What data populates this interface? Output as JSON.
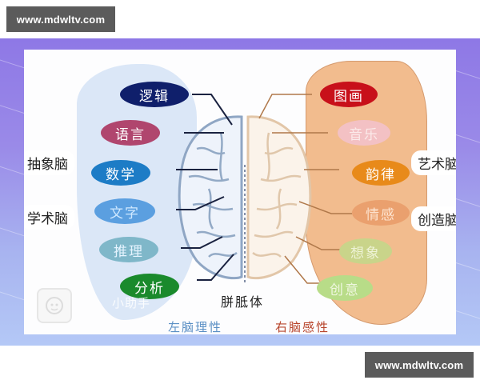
{
  "watermarks": {
    "top": "www.mdwltv.com",
    "bottom": "www.mdwltv.com"
  },
  "diagram": {
    "title_center": "胼胝体",
    "left_hemisphere": {
      "caption": "左脑理性",
      "caption_color": "#5a8fc4",
      "side_labels": [
        "抽象脑",
        "学术脑"
      ],
      "items": [
        {
          "label": "逻辑",
          "color": "#0f1f6b"
        },
        {
          "label": "语言",
          "color": "#b0466e"
        },
        {
          "label": "数学",
          "color": "#1d7cc6"
        },
        {
          "label": "文字",
          "color": "#5b9fe0"
        },
        {
          "label": "推理",
          "color": "#7fb7c9"
        },
        {
          "label": "分析",
          "color": "#1a8a2c"
        }
      ]
    },
    "right_hemisphere": {
      "caption": "右脑感性",
      "caption_color": "#b8452c",
      "side_labels": [
        "艺术脑",
        "创造脑"
      ],
      "items": [
        {
          "label": "图画",
          "color": "#c8101a"
        },
        {
          "label": "音乐",
          "color": "#f3c1c4"
        },
        {
          "label": "韵律",
          "color": "#e88a1a"
        },
        {
          "label": "情感",
          "color": "#eaa06e"
        },
        {
          "label": "想象",
          "color": "#c9d48a"
        },
        {
          "label": "创意",
          "color": "#b8dc88"
        }
      ]
    },
    "source_watermark": "小助手"
  },
  "colors": {
    "band_top": "#8e78e6",
    "band_bottom": "#b4c8f6",
    "watermark_bg": "#5b5b5b",
    "left_lobe": "#dbe7f7",
    "right_lobe": "#f2bc8e"
  }
}
